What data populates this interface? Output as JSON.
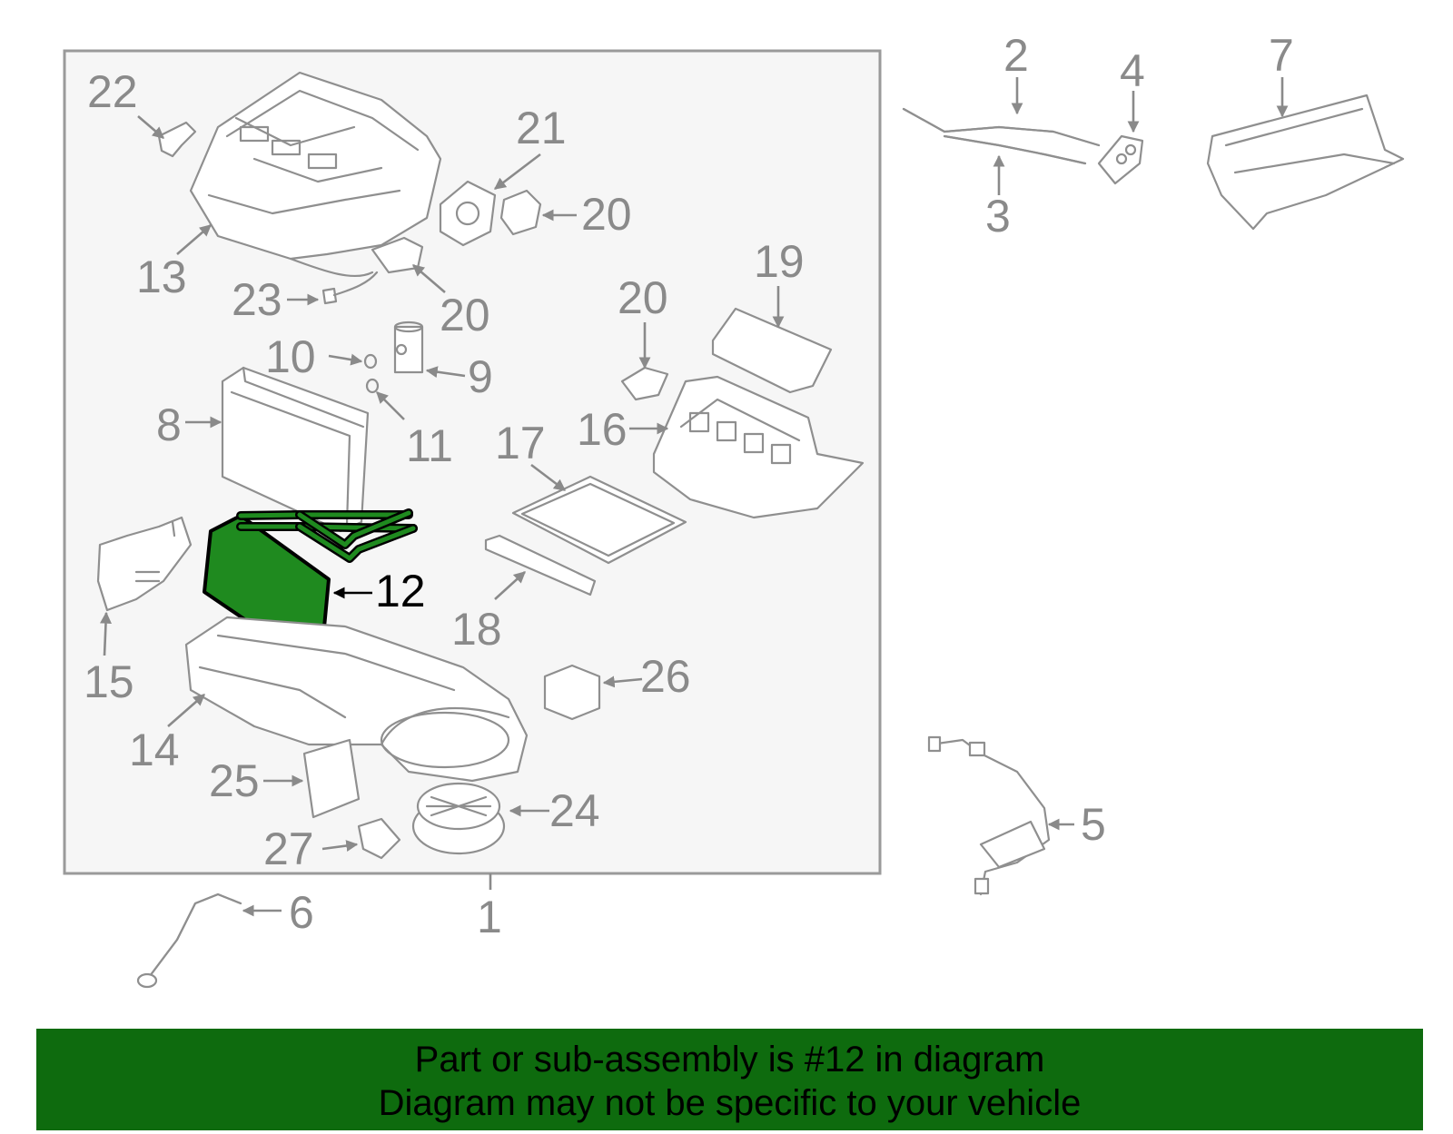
{
  "diagram": {
    "highlight_color": "#0e6b0e",
    "highlighted_part": "12",
    "callouts": [
      "1",
      "2",
      "3",
      "4",
      "5",
      "6",
      "7",
      "8",
      "9",
      "10",
      "11",
      "12",
      "13",
      "14",
      "15",
      "16",
      "17",
      "18",
      "19",
      "20",
      "20",
      "20",
      "21",
      "22",
      "23",
      "24",
      "25",
      "26",
      "27"
    ]
  },
  "banner": {
    "line1": "Part or sub-assembly is #12 in diagram",
    "line2": "Diagram may not be specific to your vehicle"
  }
}
